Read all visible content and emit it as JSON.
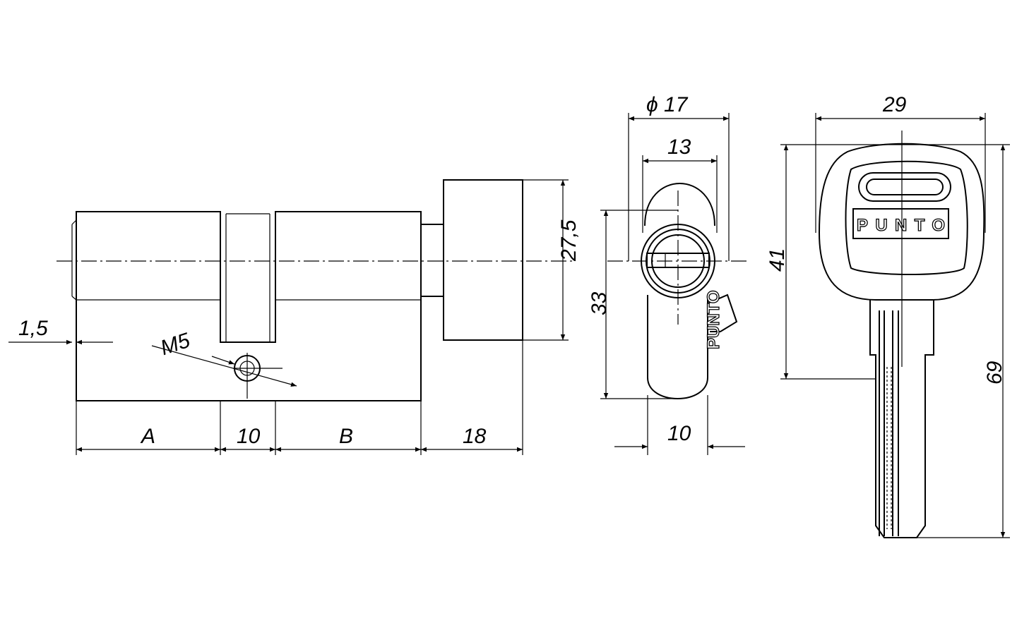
{
  "drawing": {
    "side_view": {
      "dim_offset": "1,5",
      "dim_thread": "M5",
      "dim_a": "A",
      "dim_cam": "10",
      "dim_b": "B",
      "dim_knob": "18",
      "dim_knob_height": "27,5"
    },
    "front_view": {
      "dim_diameter": "ϕ 17",
      "dim_inner": "13",
      "dim_height": "33",
      "dim_width": "10",
      "logo": "PUNTO"
    },
    "key_view": {
      "dim_width": "29",
      "dim_head": "41",
      "dim_length": "69",
      "logo": "PUNTO"
    }
  }
}
